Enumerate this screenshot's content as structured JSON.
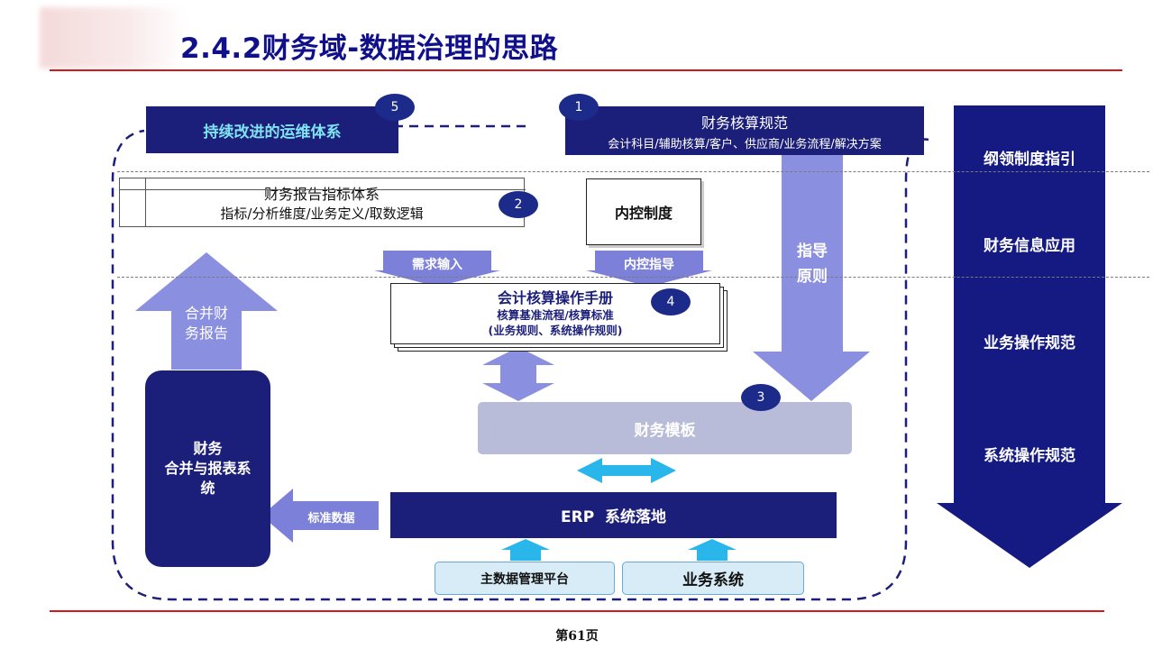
{
  "title": "2.4.2财务域-数据治理的思路",
  "page_number": "第61页",
  "continuous_improvement": {
    "label": "持续改进的运维体系",
    "badge": "5"
  },
  "accounting_spec": {
    "title": "财务核算规范",
    "subtitle": "会计科目/辅助核算/客户、供应商/业务流程/解决方案",
    "badge": "1"
  },
  "report_index": {
    "title": "财务报告指标体系",
    "subtitle": "指标/分析维度/业务定义/取数逻辑",
    "badge": "2"
  },
  "internal_control": {
    "label": "内控制度"
  },
  "demand_input": "需求输入",
  "control_guidance": "内控指导",
  "guiding_principle": {
    "line1": "指导",
    "line2": "原则"
  },
  "manual": {
    "title": "会计核算操作手册",
    "line2": "核算基准流程/核算标准",
    "line3": "(业务规则、系统操作规则)",
    "badge": "4"
  },
  "finance_template": {
    "label": "财务模板",
    "badge": "3"
  },
  "consolidated_report": {
    "line1": "合并财",
    "line2": "务报告"
  },
  "consolidation_system": {
    "line1": "财务",
    "line2": "合并与报表系",
    "line3": "统"
  },
  "standard_data": "标准数据",
  "erp": {
    "label": "ERP  系统落地"
  },
  "master_data": "主数据管理平台",
  "business_system": "业务系统",
  "levels": [
    "纲领制度指引",
    "财务信息应用",
    "业务操作规范",
    "系统操作规范"
  ],
  "colors": {
    "navy": "#1c1f7a",
    "light_purple": "#8a8fe0",
    "template_gray": "#b9bcd9",
    "cyan": "#29b6ea",
    "red_rule": "#d01a1a"
  }
}
